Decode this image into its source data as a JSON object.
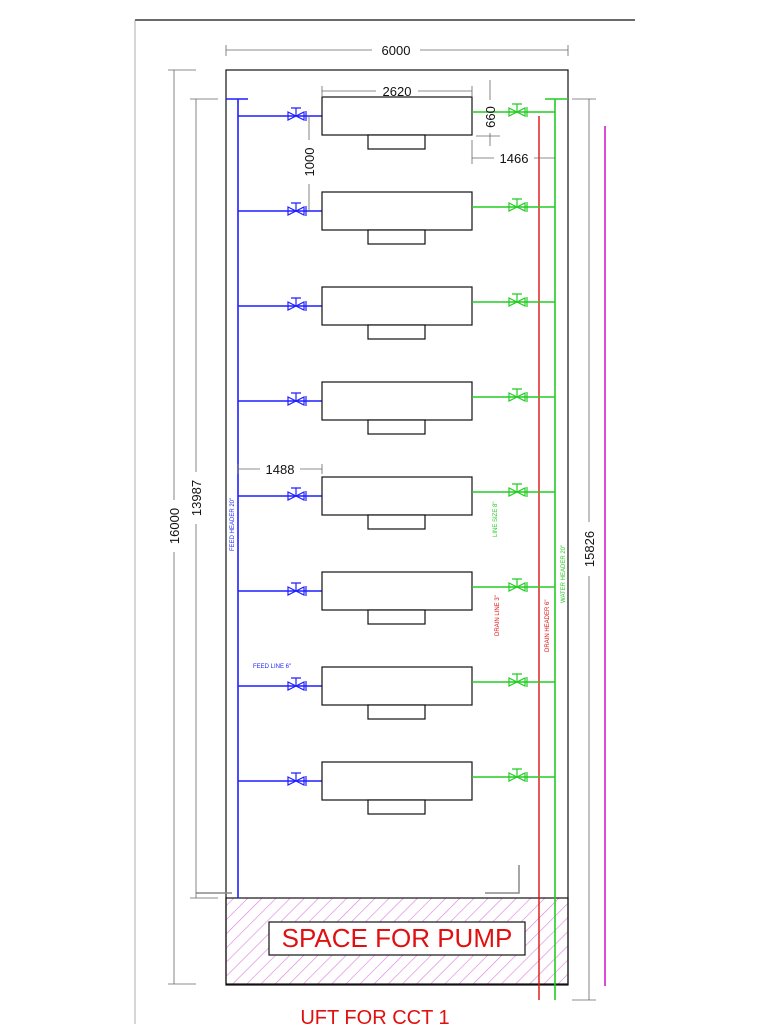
{
  "dimensions": {
    "overall_width": "6000",
    "unit_width": "2620",
    "pitch_label": "1000",
    "unit_depth": "660",
    "discharge_offset": "1466",
    "feed_offset": "1488",
    "outer_height": "16000",
    "inner_height": "13987",
    "header_height": "15826"
  },
  "labels": {
    "feed_header": "FEED HEADER 20\"",
    "feed_line": "FEED LINE 6\"",
    "line_size": "LINE SIZE 8\"",
    "drain_line": "DRAIN LINE 3\"",
    "drain_header": "DRAIN HEADER 6\"",
    "water_header": "WATER HEADER 20\"",
    "pump_space": "SPACE FOR PUMP",
    "title": "UFT FOR CCT 1"
  },
  "units": {
    "count": 8
  },
  "colors": {
    "feed": "#1f1fff",
    "discharge": "#22cc22",
    "drain": "#e01010",
    "boundary": "#cc00cc",
    "hatch": "#e07ae0",
    "outline": "#111111"
  }
}
